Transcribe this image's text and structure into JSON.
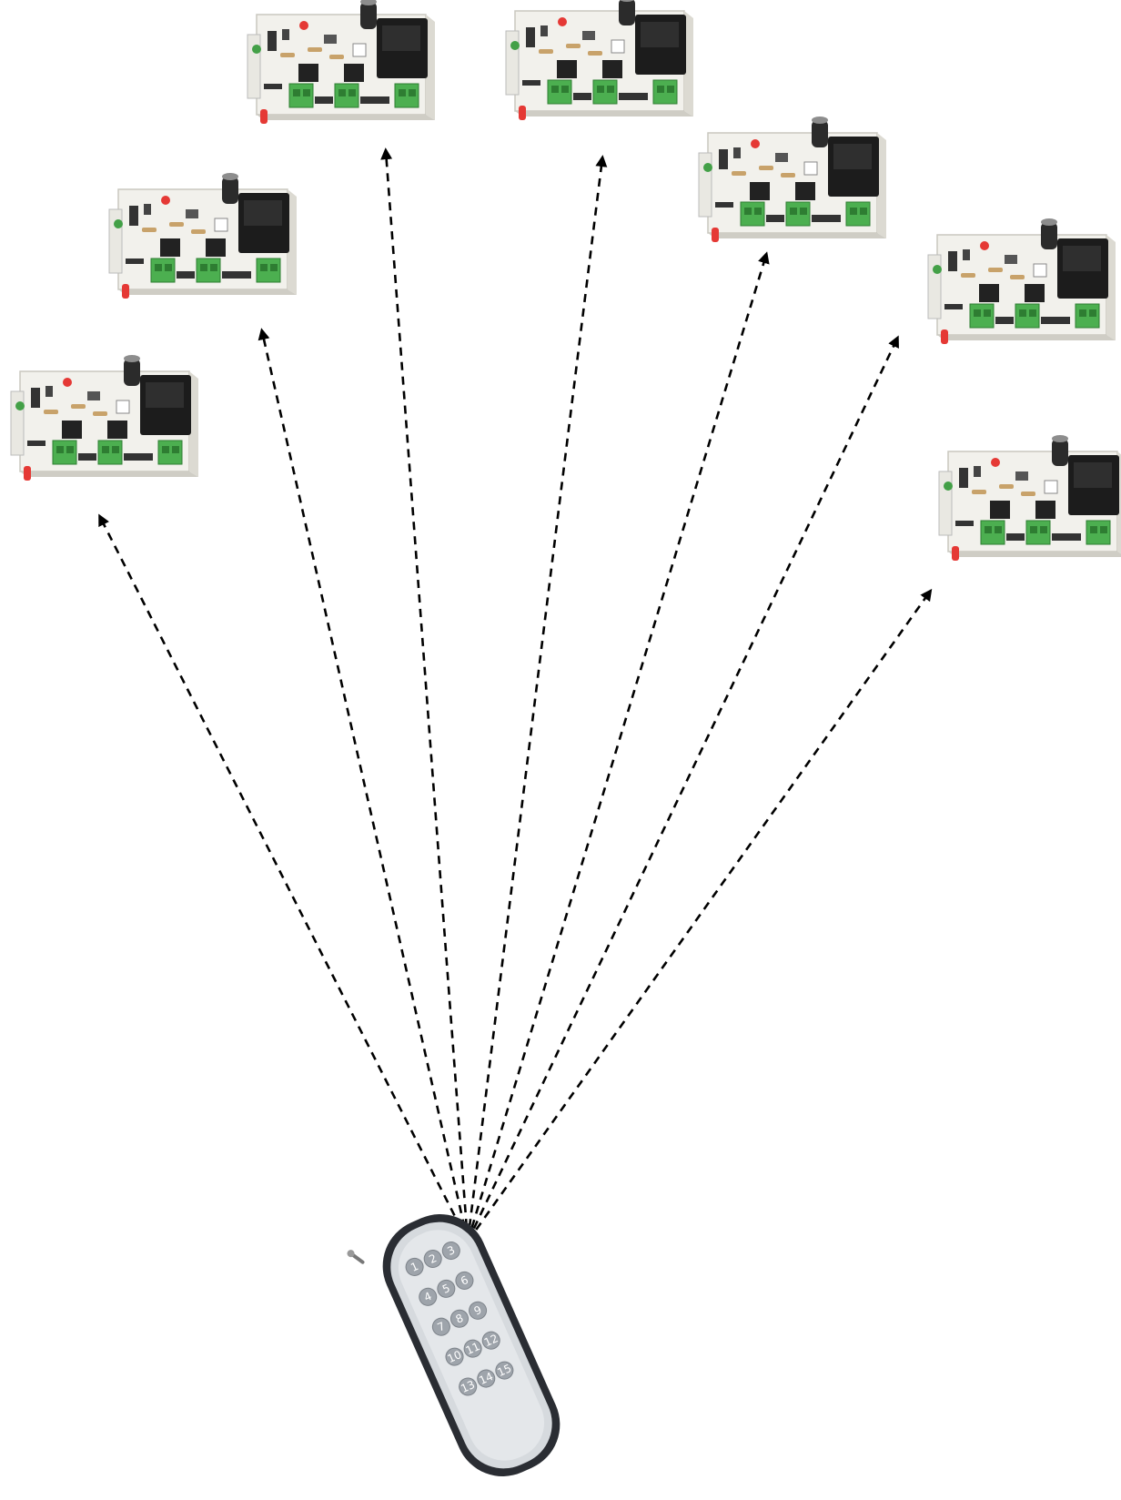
{
  "diagram": {
    "colors": {
      "arrow": "#000000",
      "pcb": "#f2f1ec",
      "terminal": "#4caf50",
      "relay": "#1c1c1c",
      "led_red": "#e53935",
      "led_green": "#43a047",
      "remote_body": "#2a2d33",
      "remote_face": "#d6dade",
      "remote_button": "#9ea4ab"
    },
    "receivers": [
      {
        "id": "receiver-1",
        "icon": "relay-receiver-board-icon"
      },
      {
        "id": "receiver-2",
        "icon": "relay-receiver-board-icon"
      },
      {
        "id": "receiver-3",
        "icon": "relay-receiver-board-icon"
      },
      {
        "id": "receiver-4",
        "icon": "relay-receiver-board-icon"
      },
      {
        "id": "receiver-5",
        "icon": "relay-receiver-board-icon"
      },
      {
        "id": "receiver-6",
        "icon": "relay-receiver-board-icon"
      },
      {
        "id": "receiver-7",
        "icon": "relay-receiver-board-icon"
      },
      {
        "id": "receiver-8",
        "icon": "relay-receiver-board-icon"
      }
    ],
    "transmitter": {
      "icon": "remote-control-icon",
      "buttons": [
        "1",
        "2",
        "3",
        "4",
        "5",
        "6",
        "7",
        "8",
        "9",
        "10",
        "11",
        "12",
        "13",
        "14",
        "15"
      ]
    }
  }
}
